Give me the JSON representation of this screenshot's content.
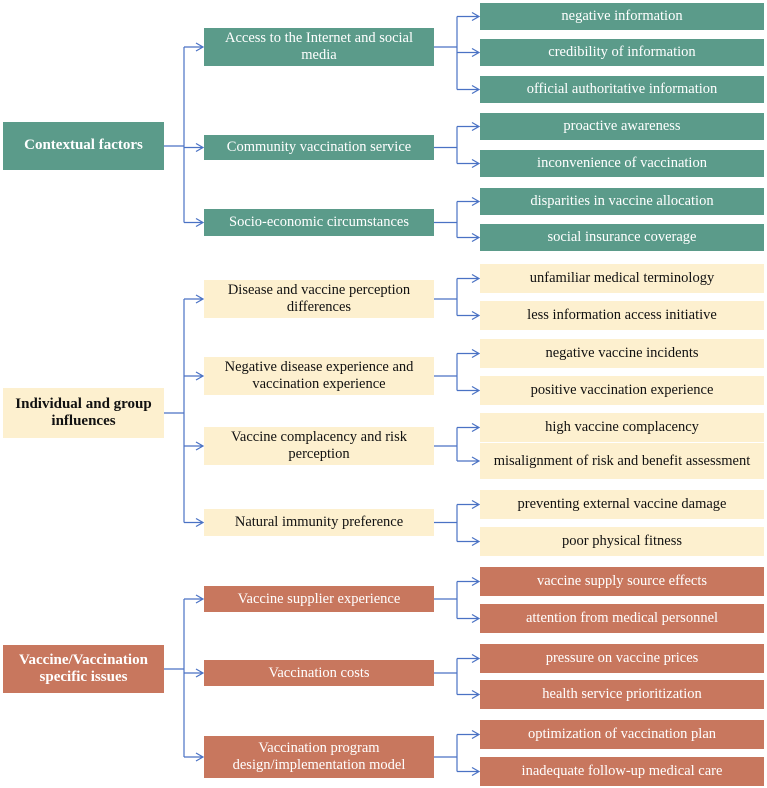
{
  "colors": {
    "contextual": "#5b9b8a",
    "individual": "#fdf0cf",
    "vaccine": "#c8775e",
    "connector": "#4a72c4"
  },
  "groups": [
    {
      "label": "Contextual factors",
      "categories": [
        {
          "label": "Access to the Internet and social media",
          "items": [
            "negative information",
            "credibility of  information",
            "official authoritative information"
          ]
        },
        {
          "label": "Community vaccination service",
          "items": [
            "proactive awareness",
            "inconvenience of vaccination"
          ]
        },
        {
          "label": "Socio-economic circumstances",
          "items": [
            "disparities in vaccine allocation",
            "social insurance coverage"
          ]
        }
      ]
    },
    {
      "label": "Individual and group influences",
      "categories": [
        {
          "label": "Disease and vaccine perception differences",
          "items": [
            "unfamiliar medical terminology",
            "less information access initiative"
          ]
        },
        {
          "label": "Negative disease experience and vaccination experience",
          "items": [
            "negative vaccine incidents",
            "positive vaccination experience"
          ]
        },
        {
          "label": "Vaccine complacency and risk perception",
          "items": [
            "high vaccine complacency",
            "misalignment of risk and benefit assessment"
          ]
        },
        {
          "label": "Natural immunity preference",
          "items": [
            "preventing external vaccine damage",
            "poor physical fitness"
          ]
        }
      ]
    },
    {
      "label": "Vaccine/Vaccination specific issues",
      "categories": [
        {
          "label": "Vaccine supplier experience",
          "items": [
            "vaccine supply source effects",
            "attention from medical personnel"
          ]
        },
        {
          "label": "Vaccination costs",
          "items": [
            "pressure on vaccine prices",
            "health service prioritization"
          ]
        },
        {
          "label": "Vaccination program design/implementation model",
          "items": [
            "optimization of vaccination plan",
            "inadequate follow-up medical care"
          ]
        }
      ]
    }
  ]
}
